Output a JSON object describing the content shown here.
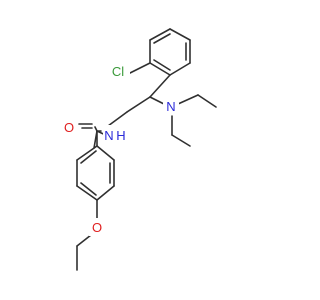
{
  "molecule": {
    "atoms": {
      "chlorine": "Cl",
      "amide_nitrogen": "N",
      "amide_hydrogen": "H",
      "amine_nitrogen": "N",
      "carbonyl_oxygen": "O",
      "ether_oxygen": "O"
    },
    "colors": {
      "bond": "#303030",
      "chlorine": "#3a9a3a",
      "nitrogen": "#2b2bd9",
      "oxygen": "#e02020"
    }
  }
}
